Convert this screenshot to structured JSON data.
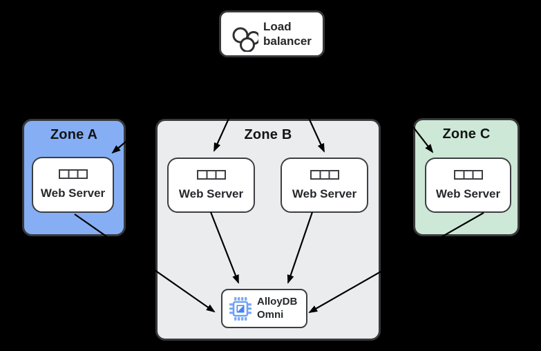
{
  "load_balancer": {
    "label": "Load balancer",
    "icon": "load-balancer-icon"
  },
  "zones": [
    {
      "label": "Zone A",
      "fill": "#86AEF4",
      "servers": [
        "Web Server"
      ]
    },
    {
      "label": "Zone B",
      "fill": "#EBECEE",
      "servers": [
        "Web Server",
        "Web Server"
      ],
      "database": {
        "label": "AlloyDB Omni",
        "icon": "chip-icon",
        "icon_color": "#4285F4"
      }
    },
    {
      "label": "Zone C",
      "fill": "#CDE8D6",
      "servers": [
        "Web Server"
      ]
    }
  ],
  "colors": {
    "background": "#000000",
    "node_fill": "#FFFFFF",
    "border": "#38393B",
    "text": "#1E2124",
    "arrow": "#000000",
    "chip_light_blue": "#7BAAF7",
    "chip_blue": "#4285F4"
  },
  "edges": [
    {
      "from": "load-balancer",
      "to": "zone-a-web-server"
    },
    {
      "from": "load-balancer",
      "to": "zone-b-web-server-1"
    },
    {
      "from": "load-balancer",
      "to": "zone-b-web-server-2"
    },
    {
      "from": "load-balancer",
      "to": "zone-c-web-server"
    },
    {
      "from": "zone-a-web-server",
      "to": "alloydb-omni"
    },
    {
      "from": "zone-b-web-server-1",
      "to": "alloydb-omni"
    },
    {
      "from": "zone-b-web-server-2",
      "to": "alloydb-omni"
    },
    {
      "from": "zone-c-web-server",
      "to": "alloydb-omni"
    }
  ]
}
